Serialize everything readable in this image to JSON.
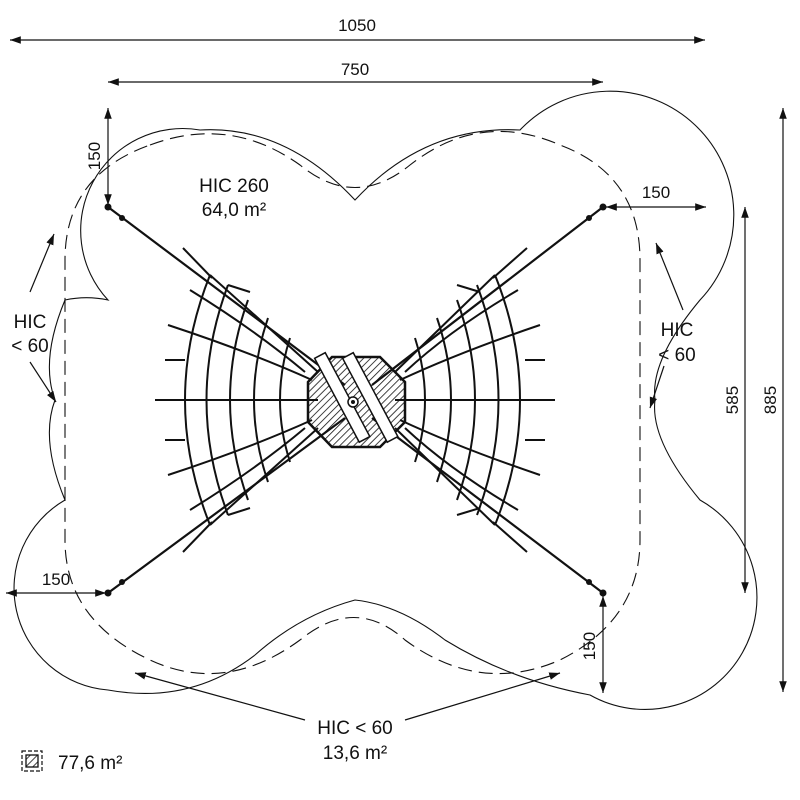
{
  "dimensions": {
    "overall_width": "1050",
    "equipment_width": "750",
    "overall_depth": "885",
    "equipment_depth": "585",
    "free_space_top_left": "150",
    "free_space_top_right": "150",
    "free_space_bottom_left": "150",
    "free_space_bottom_right": "150"
  },
  "zones": {
    "main": {
      "hic_label": "HIC 260",
      "area": "64,0 m²"
    },
    "left": {
      "hic": "HIC",
      "value": "< 60"
    },
    "right": {
      "hic": "HIC",
      "value": "< 60"
    },
    "bottom": {
      "hic_label": "HIC < 60",
      "area": "13,6 m²"
    }
  },
  "legend": {
    "total_area": "77,6 m²",
    "icon": "hatched-square-icon"
  },
  "colors": {
    "line": "#111111",
    "background": "#ffffff"
  }
}
